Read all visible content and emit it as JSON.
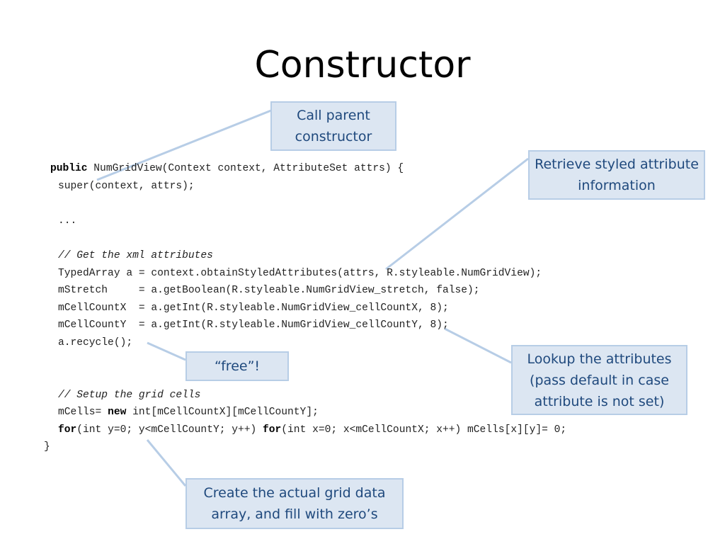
{
  "slide": {
    "title": "Constructor"
  },
  "code": {
    "line1": {
      "kw": "public",
      "rest": " NumGridView(Context context, AttributeSet attrs) {"
    },
    "line2": "super(context, attrs);",
    "line3": "...",
    "line4": "// Get the xml attributes",
    "line5": "TypedArray a = context.obtainStyledAttributes(attrs, R.styleable.NumGridView);",
    "line6": "mStretch     = a.getBoolean(R.styleable.NumGridView_stretch, false);",
    "line7": "mCellCountX  = a.getInt(R.styleable.NumGridView_cellCountX, 8);",
    "line8": "mCellCountY  = a.getInt(R.styleable.NumGridView_cellCountY, 8);",
    "line9": "a.recycle();",
    "line10": "// Setup the grid cells",
    "line11": {
      "pre": "mCells= ",
      "kw": "new",
      "post": " int[mCellCountX][mCellCountY];"
    },
    "line12": {
      "kw1": "for",
      "mid": "(int y=0; y<mCellCountY; y++) ",
      "kw2": "for",
      "post": "(int x=0; x<mCellCountX; x++) mCells[x][y]= 0;"
    },
    "line13": "}"
  },
  "callouts": {
    "parent": "Call parent constructor",
    "styled": "Retrieve styled attribute information",
    "free": "“free”!",
    "lookup": "Lookup the attributes (pass default in case attribute is not set)",
    "create": "Create the actual grid data array, and fill with zero’s"
  },
  "colors": {
    "callout_fill": "#dce6f2",
    "callout_border": "#b7cde6",
    "callout_text": "#1f497d",
    "connector": "#b7cde6"
  }
}
